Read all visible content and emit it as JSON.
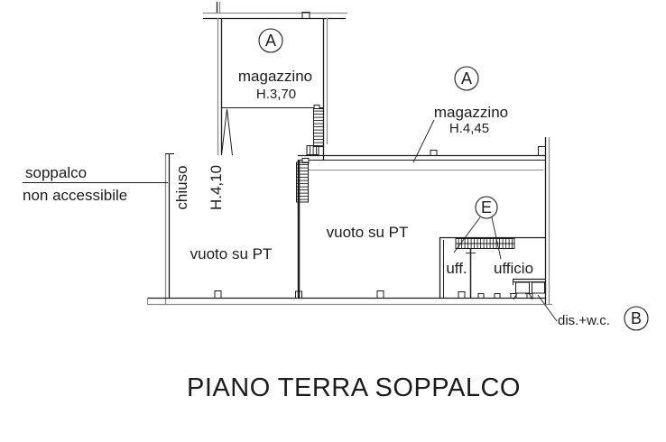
{
  "plan": {
    "title": "PIANO TERRA SOPPALCO",
    "notes": {
      "soppalco": {
        "line1": "soppalco",
        "line2": "non accessibile"
      }
    },
    "rooms": {
      "magazzino_top": {
        "marker": "A",
        "label": "magazzino",
        "height": "H.3,70"
      },
      "magazzino_right": {
        "marker": "A",
        "label": "magazzino",
        "height": "H.4,45"
      },
      "closet": {
        "label": "chiuso",
        "height": "H.4,10"
      },
      "vuoto_left": {
        "label": "vuoto su PT"
      },
      "vuoto_right": {
        "label": "vuoto su PT"
      },
      "stairs": {
        "marker": "E"
      },
      "uff": {
        "label": "uff."
      },
      "ufficio": {
        "label": "ufficio"
      },
      "wc": {
        "label": "dis.+w.c.",
        "marker": "B"
      }
    }
  },
  "colors": {
    "background": "#ffffff",
    "line_primary": "#1c1c1c",
    "line_secondary": "#8a8a8a",
    "text": "#1c1c1c"
  }
}
